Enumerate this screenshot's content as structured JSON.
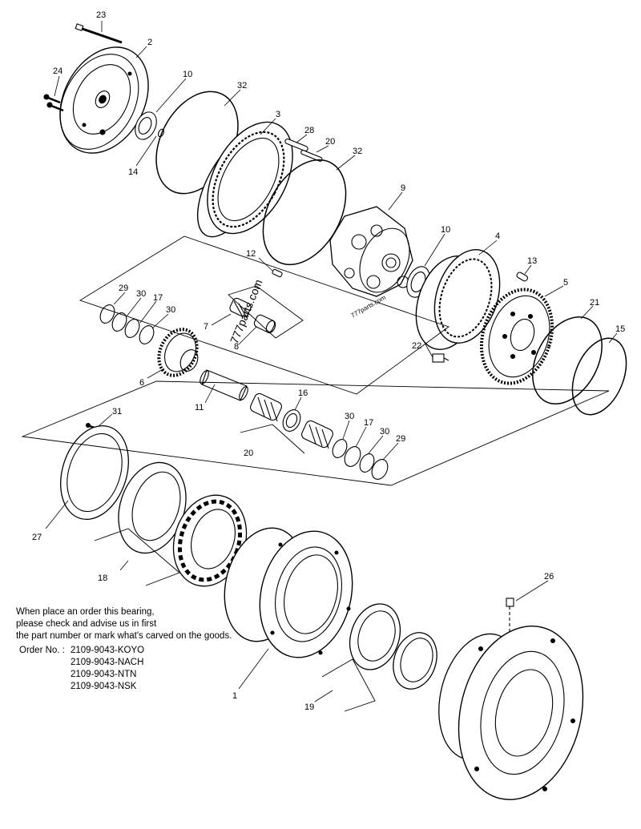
{
  "callouts": {
    "c23": "23",
    "c2": "2",
    "c24": "24",
    "c10a": "10",
    "c32a": "32",
    "c14": "14",
    "c3": "3",
    "c28": "28",
    "c20a": "20",
    "c32b": "32",
    "c9": "9",
    "c10b": "10",
    "c4": "4",
    "c13": "13",
    "c5": "5",
    "c21": "21",
    "c15": "15",
    "c12": "12",
    "c29a": "29",
    "c30a": "30",
    "c17a": "17",
    "c30b": "30",
    "c7": "7",
    "c8": "8",
    "c6": "6",
    "c22": "22",
    "c11": "11",
    "c16": "16",
    "c31": "31",
    "c30c": "30",
    "c17b": "17",
    "c30d": "30",
    "c29b": "29",
    "c20b": "20",
    "c27": "27",
    "c18": "18",
    "c26": "26",
    "c1": "1",
    "c19": "19"
  },
  "watermark": "777parts.com",
  "note": {
    "line1": "When place an order this bearing,",
    "line2": "please check and advise us in first",
    "line3": "the part number or mark what's carved on the goods."
  },
  "order": {
    "label": "Order No. :",
    "codes": [
      "2109-9043-KOYO",
      "2109-9043-NACH",
      "2109-9043-NTN",
      "2109-9043-NSK"
    ]
  }
}
